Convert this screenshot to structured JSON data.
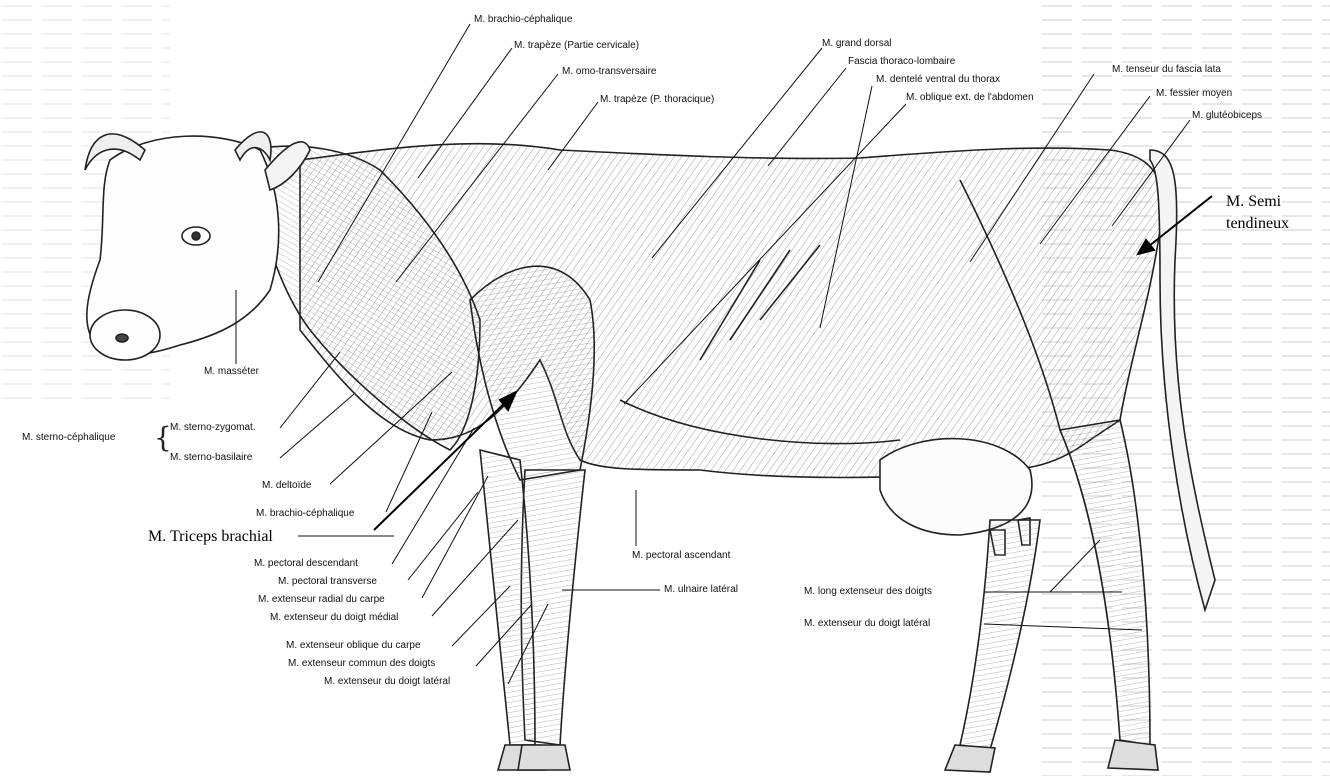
{
  "labels": {
    "brachio_cephalique_top": "M. brachio-céphalique",
    "trapeze_cervicale": "M. trapèze (Partie cervicale)",
    "omo_transversaire": "M. omo-transversaire",
    "trapeze_thoracique": "M. trapèze (P. thoracique)",
    "grand_dorsal": "M. grand dorsal",
    "fascia_thoraco_lombaire": "Fascia thoraco-lombaire",
    "dentele_ventral": "M. dentelé ventral du thorax",
    "oblique_ext": "M. oblique ext. de l'abdomen",
    "tenseur_fascia_lata": "M. tenseur du fascia lata",
    "fessier_moyen": "M. fessier moyen",
    "gluteobiceps": "M. glutéobiceps",
    "semi_tendineux_1": "M. Semi",
    "semi_tendineux_2": "tendineux",
    "masseter": "M. masséter",
    "sterno_cephalique": "M. sterno-céphalique",
    "sterno_zygomat": "M. sterno-zygomat.",
    "sterno_basilaire": "M. sterno-basilaire",
    "deltoide": "M. deltoïde",
    "brachio_cephalique_bottom": "M. brachio-céphalique",
    "triceps_brachial": "M. Triceps brachial",
    "pectoral_descendant": "M. pectoral descendant",
    "pectoral_transverse": "M. pectoral transverse",
    "extenseur_radial": "M. extenseur radial du carpe",
    "extenseur_doigt_medial": "M. extenseur du doigt médial",
    "extenseur_oblique": "M. extenseur oblique du carpe",
    "extenseur_commun": "M. extenseur commun des doigts",
    "extenseur_doigt_lateral_front": "M. extenseur du doigt latéral",
    "pectoral_ascendant": "M. pectoral ascendant",
    "ulnaire_lateral": "M. ulnaire latéral",
    "long_extenseur": "M. long extenseur des doigts",
    "extenseur_doigt_lateral_hind": "M. extenseur du doigt latéral"
  }
}
